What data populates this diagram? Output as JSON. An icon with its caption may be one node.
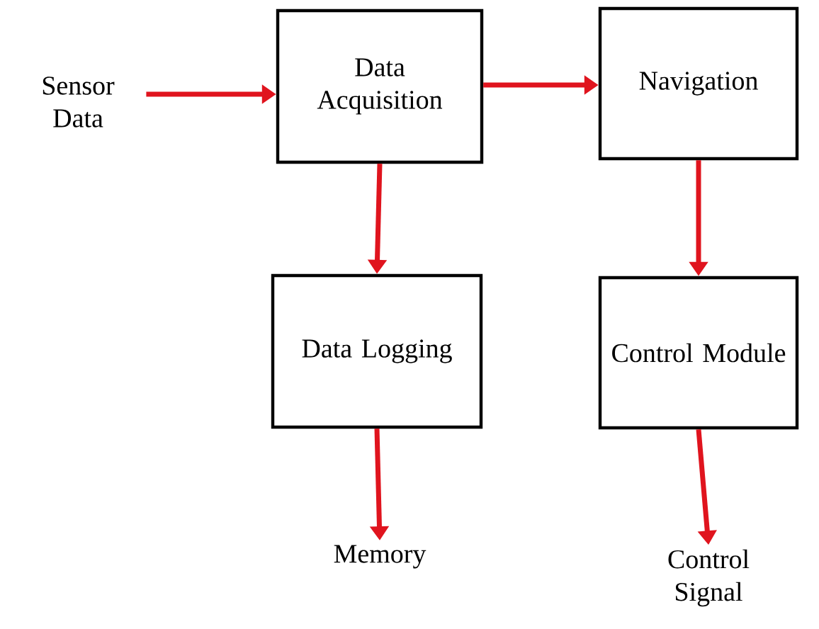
{
  "diagram": {
    "nodes": [
      {
        "text": [
          "Sensor Data"
        ]
      },
      {
        "text": [
          "Data Acquisition"
        ]
      },
      {
        "text": [
          "Navigation"
        ]
      },
      {
        "text": [
          "Data Logging"
        ]
      },
      {
        "text": [
          "Control Module"
        ]
      },
      {
        "text": [
          "Memory"
        ]
      },
      {
        "text": [
          "Control Signal"
        ]
      }
    ],
    "edges": [
      {
        "from": 0,
        "to": 1,
        "arrow": "to"
      },
      {
        "from": 1,
        "to": 2,
        "arrow": "to"
      },
      {
        "from": 1,
        "to": 3,
        "arrow": "to"
      },
      {
        "from": 2,
        "to": 4,
        "arrow": "to"
      },
      {
        "from": 3,
        "to": 5,
        "arrow": "to"
      },
      {
        "from": 4,
        "to": 6,
        "arrow": "to"
      }
    ]
  }
}
